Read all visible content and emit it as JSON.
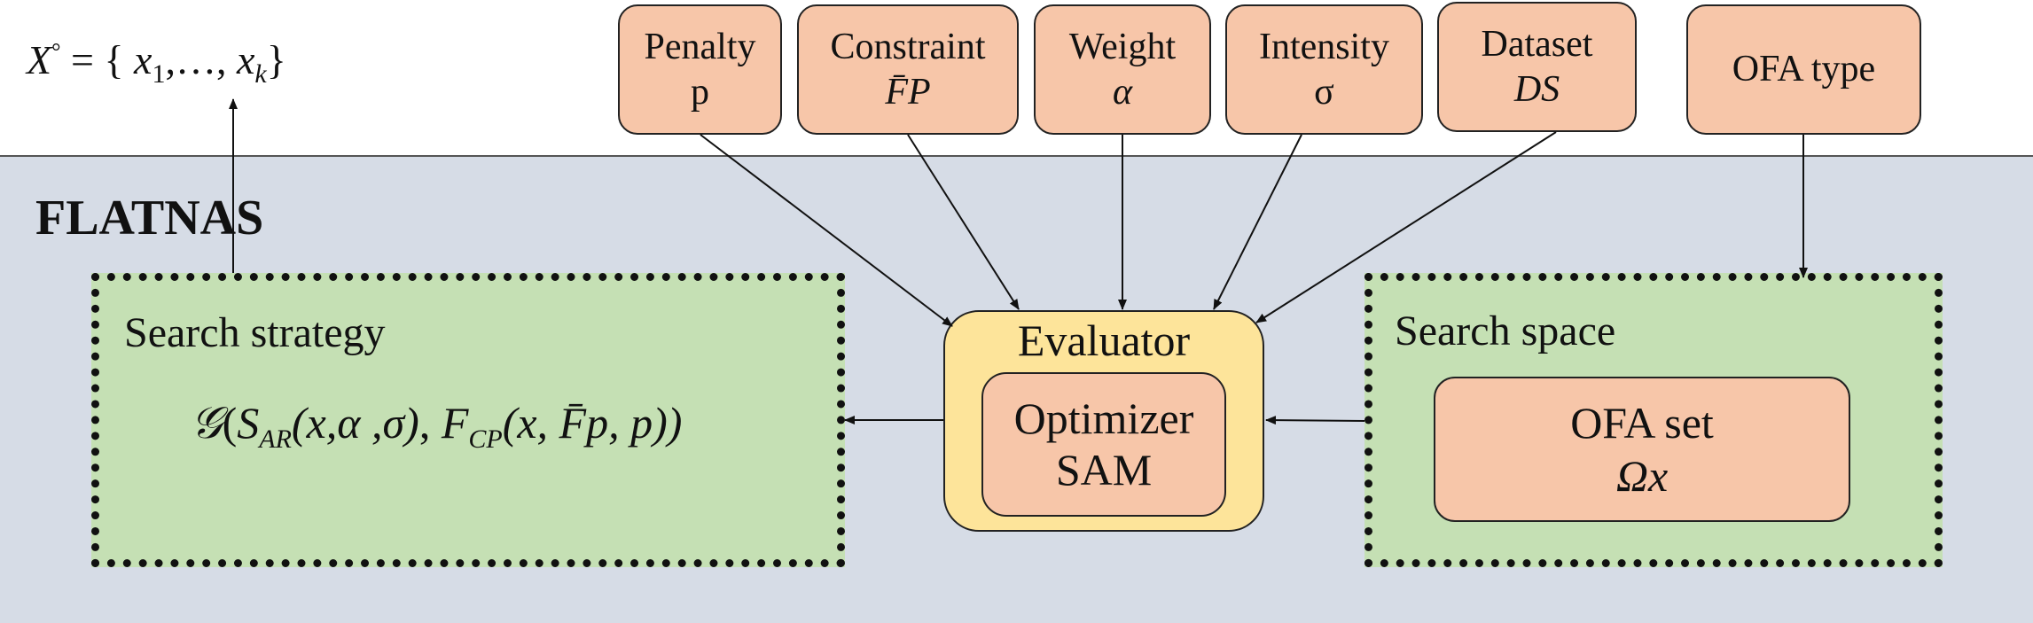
{
  "output": {
    "lhs": "X",
    "eq": " = { ",
    "x1": "x",
    "sub1": "1",
    "ellipsis": ",…, ",
    "xk": "x",
    "subk": "k",
    "close": "}"
  },
  "panel": {
    "title": "FLATNAS"
  },
  "params": [
    {
      "label": "Penalty",
      "symbol": "p",
      "symbol_italic": false
    },
    {
      "label": "Constraint",
      "symbol": "F̄P",
      "symbol_italic": true
    },
    {
      "label": "Weight",
      "symbol": "α",
      "symbol_italic": true
    },
    {
      "label": "Intensity",
      "symbol": "σ",
      "symbol_italic": false
    },
    {
      "label": "Dataset",
      "symbol": "DS",
      "symbol_italic": true
    },
    {
      "label": "OFA type",
      "symbol": "",
      "symbol_italic": false
    }
  ],
  "search_strategy": {
    "label": "Search strategy",
    "formula": {
      "g": "𝒢",
      "s": "S",
      "s_sub": "AR",
      "s_args": "(x,α ,σ)",
      "comma": ", ",
      "f": "F",
      "f_sub": "CP",
      "f_args": "(x, F̄p, p))"
    }
  },
  "evaluator": {
    "label": "Evaluator",
    "inner_line1": "Optimizer",
    "inner_line2": "SAM"
  },
  "search_space": {
    "label": "Search space",
    "inner_line1": "OFA set",
    "inner_line2": "Ωx"
  },
  "colors": {
    "panel": "#d6dce6",
    "param": "#f7c6a9",
    "green": "#c5e0b4",
    "evaluator": "#fde49a"
  }
}
